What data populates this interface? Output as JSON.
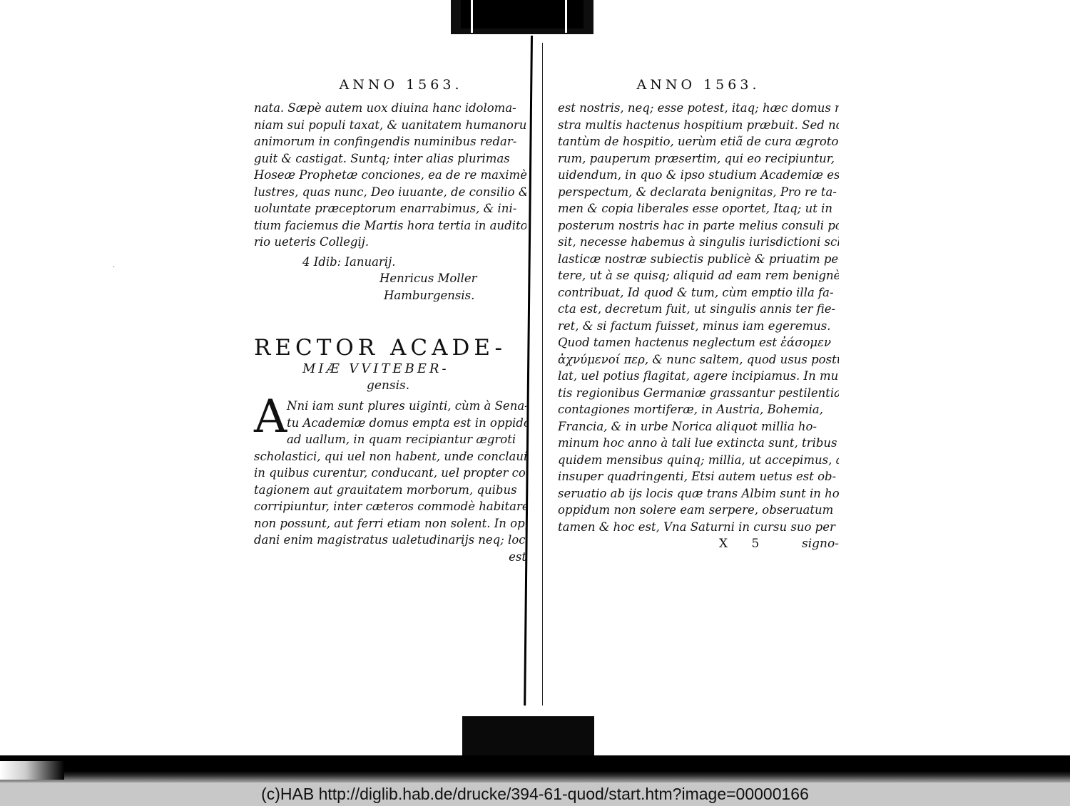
{
  "footer": {
    "caption": "(c)HAB http://diglib.hab.de/drucke/394-61-quod/start.htm?image=00000166"
  },
  "left_page": {
    "header": "ANNO 1563.",
    "paragraph_lines": [
      "nata. Sæpè autem uox diuina hanc idoloma-",
      "niam sui populi taxat, & uanitatem humanorum",
      "animorum in confingendis numinibus redar-",
      "guit & castigat. Suntq; inter alias plurimas",
      "Hoseæ Prophetæ conciones, ea de re maximè il-",
      "lustres, quas nunc, Deo iuuante, de consilio &",
      "uoluntate præceptorum enarrabimus, & ini-",
      "tium faciemus die Martis hora tertia in audito-",
      "rio ueteris Collegij."
    ],
    "date": "4 Idib: Ianuarij.",
    "signature_1": "Henricus Moller",
    "signature_2": "Hamburgensis.",
    "title": "RECTOR ACADE-",
    "subtitle": "MIÆ VVITEBER-",
    "subtitle_2": "gensis.",
    "dropcap": "A",
    "body_lines": [
      "Nni iam sunt plures uiginti, cùm à Sena-",
      "tu Academiæ domus empta est in oppido",
      "ad uallum, in quam recipiantur ægroti",
      "scholastici, qui uel non habent, unde conclauia,",
      "in quibus curentur, conducant, uel propter con-",
      "tagionem aut grauitatem morborum, quibus",
      "corripiuntur, inter cæteros commodè habitare",
      "non possunt, aut ferri etiam non solent. In oppi-",
      "dani enim magistratus ualetudinarijs neq; locus"
    ],
    "catchword": "est"
  },
  "right_page": {
    "header": "ANNO 1563.",
    "lines": [
      "est nostris, neq; esse potest, itaq; hæc domus no-",
      "stra multis hactenus hospitium præbuit. Sed non",
      "tantùm de hospitio, uerùm etiã de cura ægroto-",
      "rum, pauperum præsertim, qui eo recipiuntur,",
      "uidendum, in quo & ipso studium Academiæ est",
      "perspectum, & declarata benignitas, Pro re ta-",
      "men & copia liberales esse oportet, Itaq; ut in",
      "posterum nostris hac in parte melius consuli pos-",
      "sit, necesse habemus à singulis iurisdictioni scho-",
      "lasticæ nostræ subiectis publicè & priuatim pe-",
      "tere, ut à se quisq; aliquid ad eam rem benignè",
      "contribuat, Id quod & tum, cùm emptio illa fa-",
      "cta est, decretum fuit, ut singulis annis ter fie-",
      "ret, & si factum fuisset, minus iam egeremus.",
      "Quod tamen hactenus neglectum est ἐάσομεν",
      "ἀχνύμενοί περ, & nunc saltem, quod usus postu-",
      "lat, uel potius flagitat, agere incipiamus. In mul-",
      "tis regionibus Germaniæ grassantur pestilentiæ",
      "contagiones mortiferæ, in Austria, Bohemia,",
      "Francia, & in urbe Norica aliquot millia ho-",
      "minum hoc anno à tali lue extincta sunt, tribus",
      "quidem mensibus quinq; millia, ut accepimus, ac",
      "insuper quadringenti, Etsi autem uetus est ob-",
      "seruatio ab ijs locis quæ trans Albim sunt in hoc",
      "oppidum non solere eam serpere, obseruatum",
      "tamen & hoc est, Vna Saturni in cursu suo per"
    ],
    "signature_mark": "X 5",
    "catchword": "signo-"
  }
}
